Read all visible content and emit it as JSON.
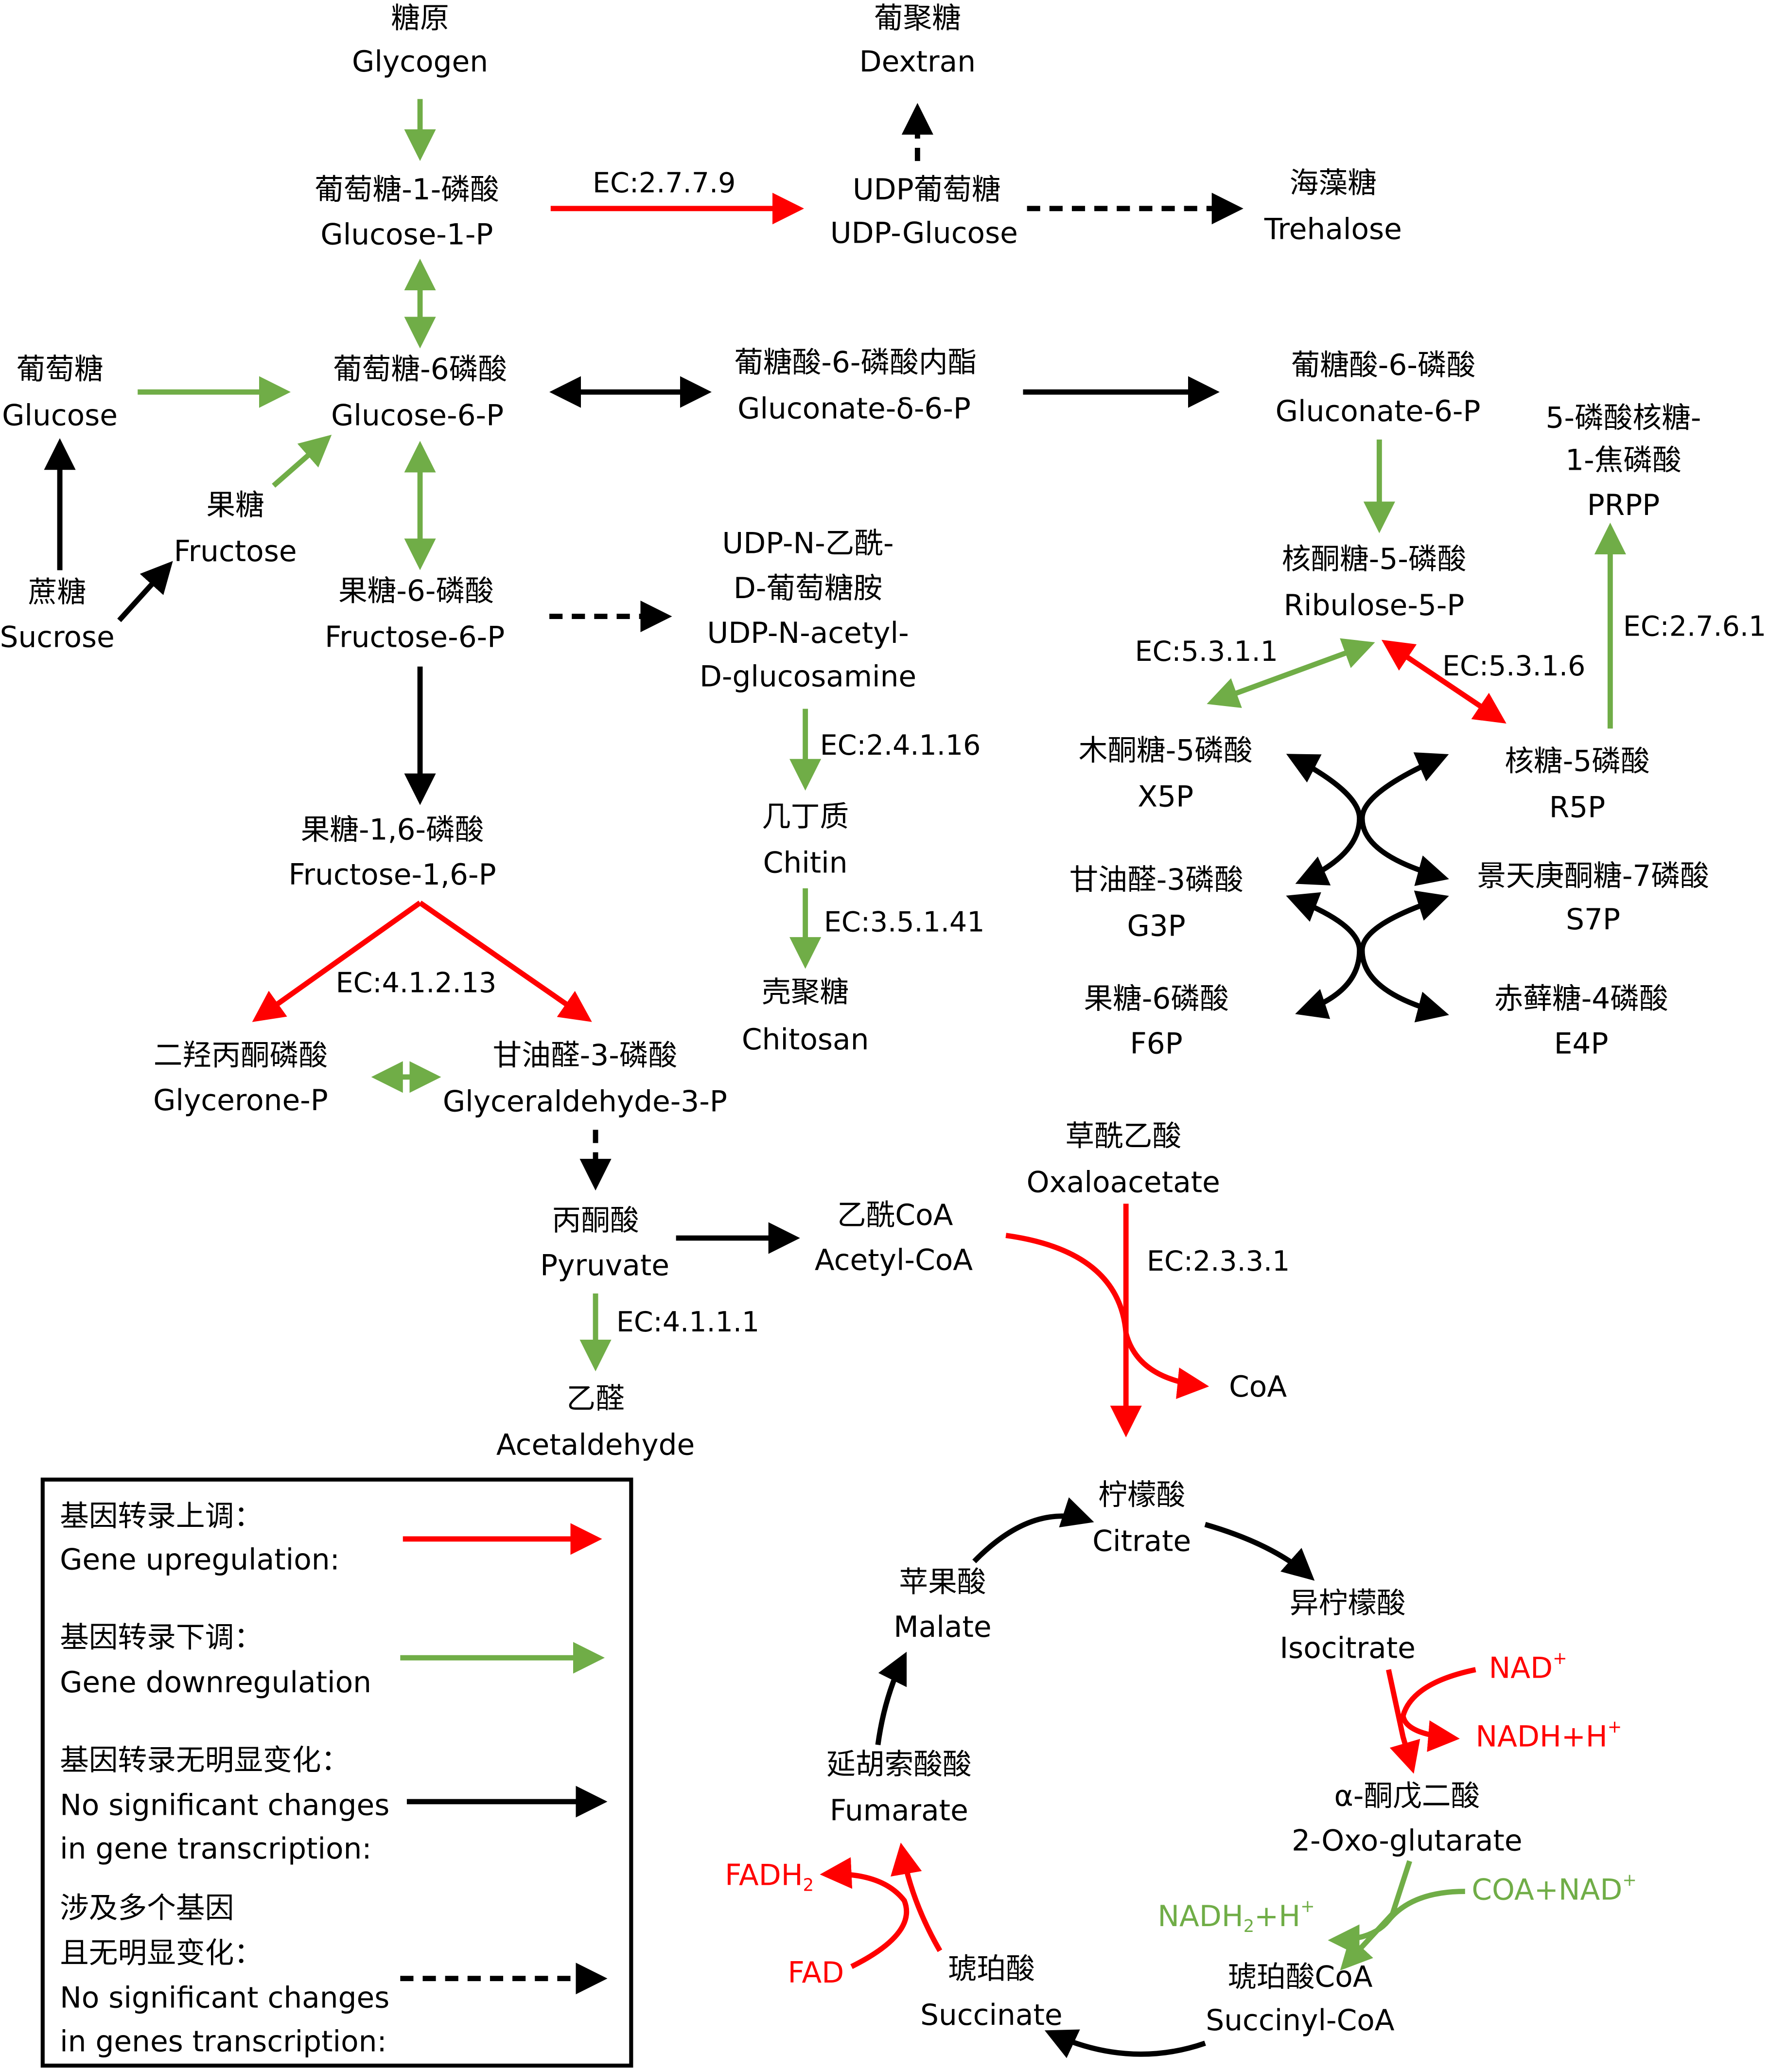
{
  "colors": {
    "upregulation": "#ff0000",
    "downregulation": "#70ad47",
    "no_change": "#000000",
    "background": "#ffffff"
  },
  "nodes": {
    "glycogen": {
      "zh": "糖原",
      "en": "Glycogen"
    },
    "dextran": {
      "zh": "葡聚糖",
      "en": "Dextran"
    },
    "glucose_1_p": {
      "zh": "葡萄糖-1-磷酸",
      "en": "Glucose-1-P"
    },
    "udp_glucose": {
      "zh": "UDP葡萄糖",
      "en": "UDP-Glucose"
    },
    "trehalose": {
      "zh": "海藻糖",
      "en": "Trehalose"
    },
    "glucose": {
      "zh": "葡萄糖",
      "en": "Glucose"
    },
    "glucose_6_p": {
      "zh": "葡萄糖-6磷酸",
      "en": "Glucose-6-P"
    },
    "gluconate_delta_6_p": {
      "zh": "葡糖酸-6-磷酸内酯",
      "en": "Gluconate-δ-6-P"
    },
    "gluconate_6_p": {
      "zh": "葡糖酸-6-磷酸",
      "en": "Gluconate-6-P"
    },
    "prpp": {
      "zh_line1": "5-磷酸核糖-",
      "zh_line2": "1-焦磷酸",
      "en": "PRPP"
    },
    "fructose": {
      "zh": "果糖",
      "en": "Fructose"
    },
    "sucrose": {
      "zh": "蔗糖",
      "en": "Sucrose"
    },
    "fructose_6_p": {
      "zh": "果糖-6-磷酸",
      "en": "Fructose-6-P"
    },
    "udp_glcnac": {
      "zh_line1": "UDP-N-乙酰-",
      "zh_line2": "D-葡萄糖胺",
      "en_line1": "UDP-N-acetyl-",
      "en_line2": "D-glucosamine"
    },
    "ribulose_5_p": {
      "zh": "核酮糖-5-磷酸",
      "en": "Ribulose-5-P"
    },
    "x5p": {
      "zh": "木酮糖-5磷酸",
      "en": "X5P"
    },
    "r5p": {
      "zh": "核糖-5磷酸",
      "en": "R5P"
    },
    "g3p": {
      "zh": "甘油醛-3磷酸",
      "en": "G3P"
    },
    "s7p": {
      "zh": "景天庚酮糖-7磷酸",
      "en": "S7P"
    },
    "f6p": {
      "zh": "果糖-6磷酸",
      "en": "F6P"
    },
    "e4p": {
      "zh": "赤藓糖-4磷酸",
      "en": "E4P"
    },
    "chitin": {
      "zh": "几丁质",
      "en": "Chitin"
    },
    "chitosan": {
      "zh": "壳聚糖",
      "en": "Chitosan"
    },
    "fructose_1_6_p": {
      "zh": "果糖-1,6-磷酸",
      "en": "Fructose-1,6-P"
    },
    "glycerone_p": {
      "zh": "二羟丙酮磷酸",
      "en": "Glycerone-P"
    },
    "glyceraldehyde_3_p": {
      "zh": "甘油醛-3-磷酸",
      "en": "Glyceraldehyde-3-P"
    },
    "oxaloacetate": {
      "zh": "草酰乙酸",
      "en": "Oxaloacetate"
    },
    "pyruvate": {
      "zh": "丙酮酸",
      "en": "Pyruvate"
    },
    "acetyl_coa": {
      "zh": "乙酰CoA",
      "en": "Acetyl-CoA"
    },
    "acetaldehyde": {
      "zh": "乙醛",
      "en": "Acetaldehyde"
    },
    "coa": {
      "en": "CoA"
    },
    "citrate": {
      "zh": "柠檬酸",
      "en": "Citrate"
    },
    "malate": {
      "zh": "苹果酸",
      "en": "Malate"
    },
    "isocitrate": {
      "zh": "异柠檬酸",
      "en": "Isocitrate"
    },
    "nad_plus": {
      "base": "NAD",
      "sup": "+"
    },
    "nadh_h": {
      "base": "NADH+H",
      "sup": "+"
    },
    "oxoglutarate": {
      "zh": "α-酮戊二酸",
      "en": "2-Oxo-glutarate"
    },
    "coa_nad": {
      "base": "COA+NAD",
      "sup": "+"
    },
    "nadh2_h": {
      "base": "NADH",
      "sub": "2",
      "mid": "+H",
      "sup": "+"
    },
    "succinyl_coa": {
      "zh": "琥珀酸CoA",
      "en": "Succinyl-CoA"
    },
    "succinate": {
      "zh": "琥珀酸",
      "en": "Succinate"
    },
    "fumarate": {
      "zh": "延胡索酸酸",
      "en": "Fumarate"
    },
    "fadh2": {
      "base": "FADH",
      "sub": "2"
    },
    "fad": {
      "en": "FAD"
    }
  },
  "enzymes": {
    "udp_glucose_synth": "EC:2.7.7.9",
    "ribose_isomerase_x5p": "EC:5.3.1.1",
    "ribose_isomerase_r5p": "EC:5.3.1.6",
    "prpp_synthase": "EC:2.7.6.1",
    "chitin_synthase": "EC:2.4.1.16",
    "chitin_deacetylase": "EC:3.5.1.41",
    "aldolase": "EC:4.1.2.13",
    "pyruvate_decarboxylase": "EC:4.1.1.1",
    "citrate_synthase": "EC:2.3.3.1"
  },
  "legend": {
    "items": [
      {
        "zh": "基因转录上调：",
        "en_line1": "Gene upregulation:",
        "en_line2": "",
        "style": "upregulation"
      },
      {
        "zh": "基因转录下调：",
        "en_line1": "Gene downregulation",
        "en_line2": "",
        "style": "downregulation"
      },
      {
        "zh": "基因转录无明显变化：",
        "en_line1": "No significant changes",
        "en_line2": "in gene transcription:",
        "style": "no_change"
      },
      {
        "zh_line1": "涉及多个基因",
        "zh": "且无明显变化：",
        "en_line1": "No significant changes",
        "en_line2": "in genes transcription:",
        "style": "multi_gene_no_change"
      }
    ]
  }
}
